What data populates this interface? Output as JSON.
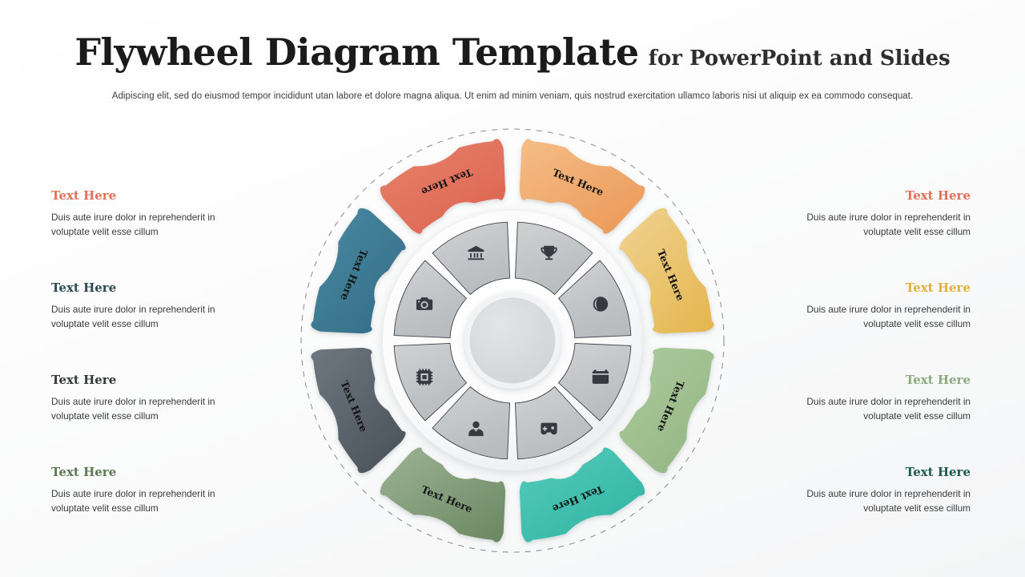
{
  "header": {
    "title": "Flywheel Diagram Template",
    "subtitle": "for PowerPoint and Slides",
    "lede": "Adipiscing elit, sed do eiusmod tempor incididunt utan labore et dolore magna aliqua. Ut enim ad minim veniam, quis nostrud exercitation ullamco laboris nisi ut aliquip ex ea commodo consequat."
  },
  "body_text": "Duis aute irure dolor in reprehenderit in voluptate velit esse cillum",
  "segment_label": "Text Here",
  "colors": {
    "coral": "#e2705a",
    "orange": "#f0a968",
    "gold": "#e8c064",
    "sage": "#9ab98a",
    "turquoise": "#3fc0b0",
    "olive": "#7f9a77",
    "slate_gray": "#5b636b",
    "steel_blue": "#3f7d96",
    "heading_dark_teal": "#2b4a55",
    "heading_charcoal": "#33383a",
    "heading_sage": "#5c7a52",
    "heading_deep_teal": "#1c5b52"
  },
  "left_column": [
    {
      "heading": "Text Here",
      "color": "#e2705a",
      "body": "Duis aute irure dolor in reprehenderit in voluptate velit esse cillum"
    },
    {
      "heading": "Text Here",
      "color": "#2b4a55",
      "body": "Duis aute irure dolor in reprehenderit in voluptate velit esse cillum"
    },
    {
      "heading": "Text Here",
      "color": "#33383a",
      "body": "Duis aute irure dolor in reprehenderit in voluptate velit esse cillum"
    },
    {
      "heading": "Text Here",
      "color": "#5c7a52",
      "body": "Duis aute irure dolor in reprehenderit in voluptate velit esse cillum"
    }
  ],
  "right_column": [
    {
      "heading": "Text Here",
      "color": "#e2705a",
      "body": "Duis aute irure dolor in reprehenderit in voluptate velit esse cillum"
    },
    {
      "heading": "Text Here",
      "color": "#e3ae3c",
      "body": "Duis aute irure dolor in reprehenderit in voluptate velit esse cillum"
    },
    {
      "heading": "Text Here",
      "color": "#8aab7c",
      "body": "Duis aute irure dolor in reprehenderit in voluptate velit esse cillum"
    },
    {
      "heading": "Text Here",
      "color": "#1c5b52",
      "body": "Duis aute irure dolor in reprehenderit in voluptate velit esse cillum"
    }
  ],
  "outer_segments": [
    {
      "index": 0,
      "label": "Text Here",
      "position": "top-right",
      "color_from": "#f5bd86",
      "color_to": "#eb9a5a"
    },
    {
      "index": 1,
      "label": "Text Here",
      "position": "right-upper",
      "color_from": "#f0d391",
      "color_to": "#e5b752"
    },
    {
      "index": 2,
      "label": "Text Here",
      "position": "right-lower",
      "color_from": "#aecb9f",
      "color_to": "#93b682"
    },
    {
      "index": 3,
      "label": "Text Here",
      "position": "bottom-right",
      "color_from": "#57cbbb",
      "color_to": "#2fb5a4"
    },
    {
      "index": 4,
      "label": "Text Here",
      "position": "bottom-left",
      "color_from": "#9db394",
      "color_to": "#6d8a64"
    },
    {
      "index": 5,
      "label": "Text Here",
      "position": "left-lower",
      "color_from": "#6e777f",
      "color_to": "#4b535b"
    },
    {
      "index": 6,
      "label": "Text Here",
      "position": "left-upper",
      "color_from": "#4b8aa2",
      "color_to": "#336e87"
    },
    {
      "index": 7,
      "label": "Text Here",
      "position": "top-left",
      "color_from": "#e8836c",
      "color_to": "#dc6450"
    }
  ],
  "inner_icons": [
    {
      "index": 0,
      "name": "trophy-icon",
      "glyph": "🏆",
      "position": "top-right"
    },
    {
      "index": 1,
      "name": "baseball-icon",
      "glyph": "⚾",
      "position": "right-upper"
    },
    {
      "index": 2,
      "name": "calendar-heart-icon",
      "glyph": "♥",
      "position": "right-lower"
    },
    {
      "index": 3,
      "name": "gamepad-icon",
      "glyph": "🎮",
      "position": "bottom-right"
    },
    {
      "index": 4,
      "name": "businessman-icon",
      "glyph": "👤",
      "position": "bottom-left"
    },
    {
      "index": 5,
      "name": "microchip-icon",
      "glyph": "▣",
      "position": "left-lower"
    },
    {
      "index": 6,
      "name": "camera-icon",
      "glyph": "📷",
      "position": "left-upper"
    },
    {
      "index": 7,
      "name": "bank-icon",
      "glyph": "🏛",
      "position": "top-left"
    }
  ]
}
